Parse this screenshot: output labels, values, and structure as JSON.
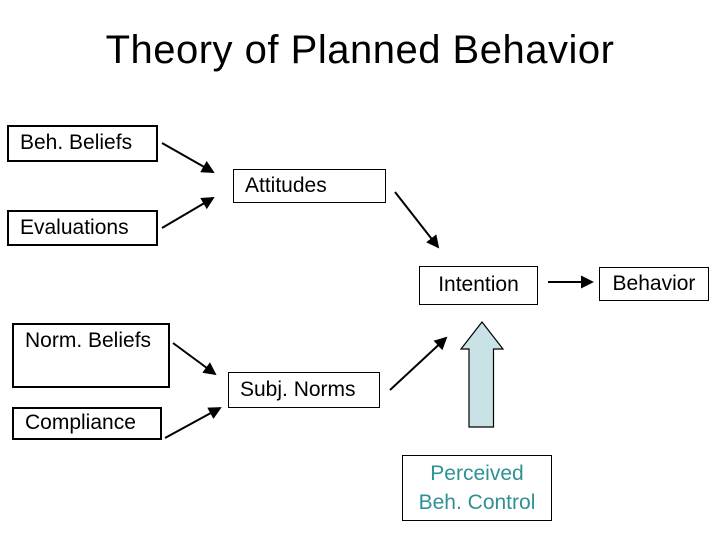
{
  "slide": {
    "title": "Theory of Planned Behavior"
  },
  "colors": {
    "background": "#ffffff",
    "title_color": "#000000",
    "box_border": "#000000",
    "arrow_color": "#000000",
    "teal_text": "#2f9194",
    "block_arrow_fill": "#c8e2e6"
  },
  "diagram": {
    "nodes": {
      "beh_beliefs": {
        "label": "Beh. Beliefs"
      },
      "attitudes": {
        "label": "Attitudes"
      },
      "evaluations": {
        "label": "Evaluations"
      },
      "intention": {
        "label": "Intention"
      },
      "behavior": {
        "label": "Behavior"
      },
      "norm_beliefs": {
        "label": "Norm. Beliefs"
      },
      "subj_norms": {
        "label": "Subj. Norms"
      },
      "compliance": {
        "label": "Compliance"
      },
      "perceived_beh_control": {
        "line1": "Perceived",
        "line2": "Beh. Control"
      }
    },
    "connections": [
      {
        "from": "beh_beliefs",
        "to": "attitudes",
        "style": "thin-arrow"
      },
      {
        "from": "evaluations",
        "to": "attitudes",
        "style": "thin-arrow"
      },
      {
        "from": "attitudes",
        "to": "intention",
        "style": "thin-arrow"
      },
      {
        "from": "intention",
        "to": "behavior",
        "style": "thin-arrow"
      },
      {
        "from": "norm_beliefs",
        "to": "subj_norms",
        "style": "thin-arrow"
      },
      {
        "from": "compliance",
        "to": "subj_norms",
        "style": "thin-arrow"
      },
      {
        "from": "subj_norms",
        "to": "intention",
        "style": "thin-arrow"
      },
      {
        "from": "perceived_beh_control",
        "to": "intention",
        "style": "block-arrow-up"
      }
    ]
  }
}
